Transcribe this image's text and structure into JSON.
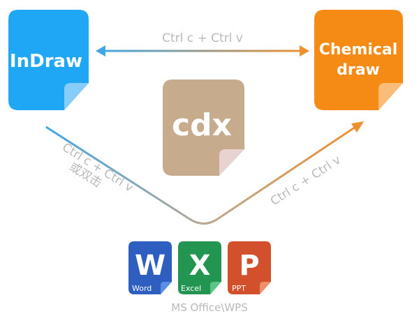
{
  "nodes": {
    "indraw": {
      "label": "InDraw",
      "color": "#1fa7f5",
      "fold_color": "#87cdfa"
    },
    "chemdraw": {
      "label_line1": "Chemical",
      "label_line2": "draw",
      "color": "#f58b15",
      "fold_color": "#f9bd79"
    },
    "cdx": {
      "label": "cdx",
      "color": "#c7ab8d",
      "fold_color": "#e8d3d0"
    }
  },
  "edges": {
    "top": {
      "label": "Ctrl c + Ctrl v",
      "color": "#f29333"
    },
    "left": {
      "label_line1": "Ctrl c + Ctrl v",
      "label_line2": "或双击"
    },
    "right": {
      "label": "Ctrl c + Ctrl v"
    }
  },
  "office": {
    "apps": [
      {
        "letter": "W",
        "name": "Word",
        "color": "#2e5fc0",
        "fold_color": "#5a8fe6"
      },
      {
        "letter": "X",
        "name": "Excel",
        "color": "#229650",
        "fold_color": "#5cc585"
      },
      {
        "letter": "P",
        "name": "PPT",
        "color": "#d2502b",
        "fold_color": "#ee8f6b"
      }
    ],
    "caption": "MS Office\\WPS"
  }
}
